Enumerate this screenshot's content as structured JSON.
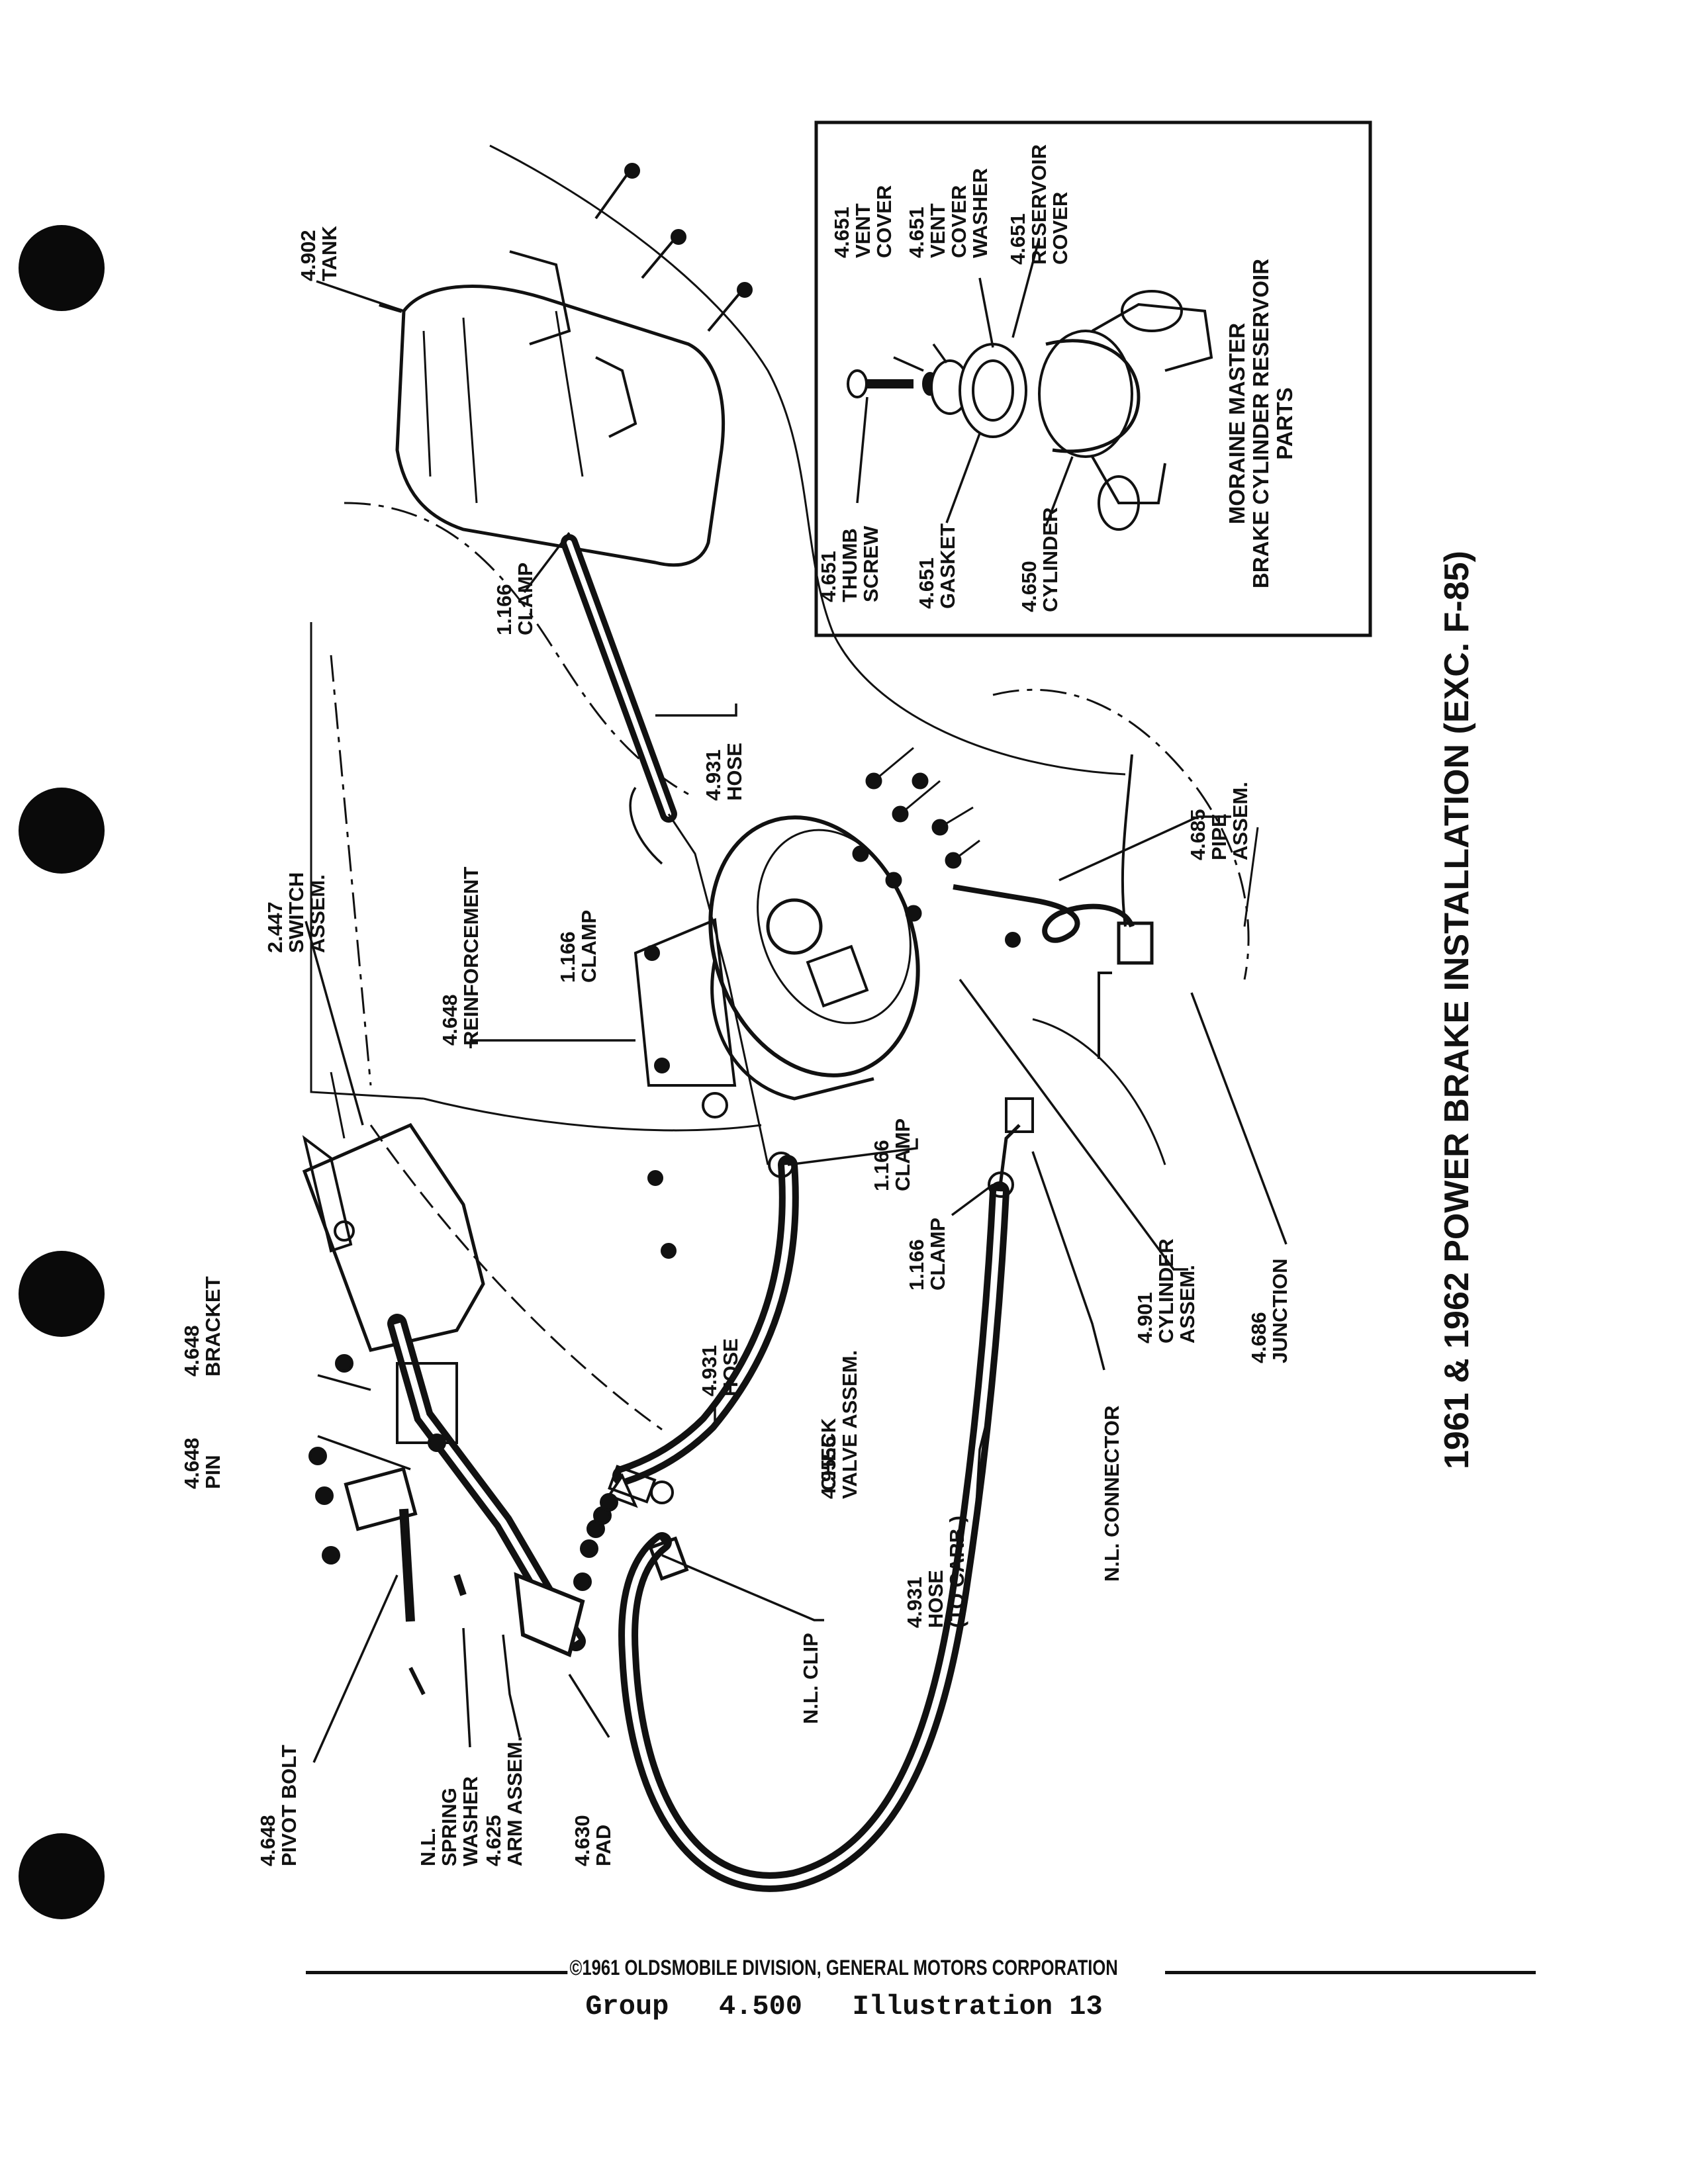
{
  "title": "1961 & 1962 POWER BRAKE INSTALLATION (EXC. F-85)",
  "inset_title": [
    "MORAINE MASTER",
    "BRAKE CYLINDER RESERVOIR",
    "PARTS"
  ],
  "inset_labels": {
    "vent_cover": [
      "4.651",
      "VENT",
      "COVER"
    ],
    "vent_cover_washer": [
      "4.651",
      "VENT",
      "COVER",
      "WASHER"
    ],
    "reservoir_cover": [
      "4.651",
      "RESERVOIR",
      "COVER"
    ],
    "thumb_screw": [
      "4.651",
      "THUMB",
      "SCREW"
    ],
    "gasket": [
      "4.651",
      "GASKET"
    ],
    "cylinder": [
      "4.650",
      "CYLINDER"
    ]
  },
  "labels": {
    "tank": [
      "4.902",
      "TANK"
    ],
    "clamp_top": [
      "1.166",
      "CLAMP"
    ],
    "hose_top": [
      "4.931",
      "HOSE"
    ],
    "clamp_mid": [
      "1.166",
      "CLAMP"
    ],
    "switch": [
      "2.447",
      "SWITCH",
      "ASSEM."
    ],
    "reinforcement": [
      "4.648",
      "REINFORCEMENT"
    ],
    "pipe": [
      "4.685",
      "PIPE",
      "ASSEM."
    ],
    "clamp_center": [
      "1.166",
      "CLAMP"
    ],
    "clamp_lower": [
      "1.166",
      "CLAMP"
    ],
    "cylinder_assem": [
      "4.901",
      "CYLINDER",
      "ASSEM."
    ],
    "junction": [
      "4.686",
      "JUNCTION"
    ],
    "bracket": [
      "4.648",
      "BRACKET"
    ],
    "pin": [
      "4.648",
      "PIN"
    ],
    "hose_lower": [
      "4.931",
      "HOSE"
    ],
    "check_valve": [
      "4.9555",
      "CHECK",
      "VALVE ASSEM."
    ],
    "nl_connector": [
      "N.L. CONNECTOR"
    ],
    "hose_carb": [
      "4.931",
      "HOSE",
      "(TO CARB.)"
    ],
    "nl_clip": [
      "N.L. CLIP"
    ],
    "pivot_bolt": [
      "4.648",
      "PIVOT BOLT"
    ],
    "spring_washer": [
      "N.L.",
      "SPRING",
      "WASHER"
    ],
    "arm": [
      "4.625",
      "ARM ASSEM."
    ],
    "pad": [
      "4.630",
      "PAD"
    ]
  },
  "footer": {
    "copyright": "©1961 OLDSMOBILE DIVISION, GENERAL MOTORS CORPORATION",
    "group": "Group   4.500   Illustration 13"
  }
}
